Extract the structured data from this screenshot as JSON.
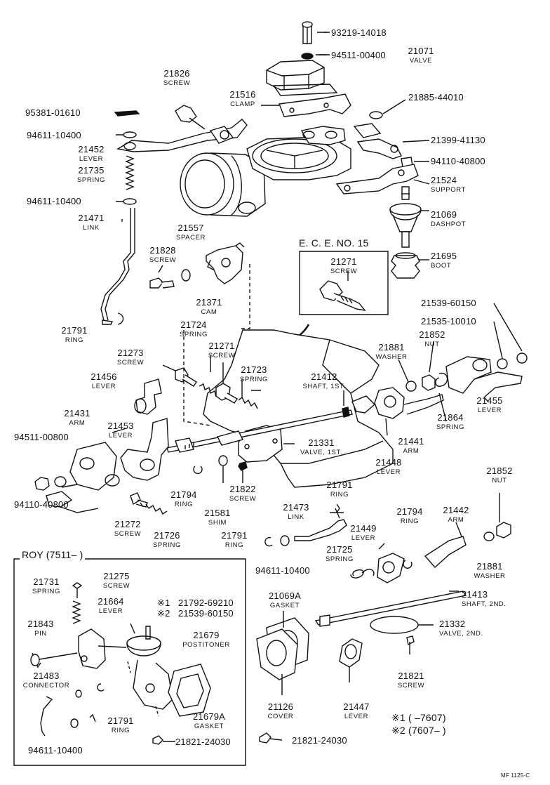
{
  "labels": {
    "p93219": {
      "n": "93219-14018",
      "t": ""
    },
    "p94511a": {
      "n": "94511-00400",
      "t": ""
    },
    "p21071": {
      "n": "21071",
      "t": "VALVE"
    },
    "p21826": {
      "n": "21826",
      "t": "SCREW"
    },
    "p21516": {
      "n": "21516",
      "t": "CLAMP"
    },
    "p21885": {
      "n": "21885-44010",
      "t": ""
    },
    "p95381": {
      "n": "95381-01610",
      "t": ""
    },
    "p94611a": {
      "n": "94611-10400",
      "t": ""
    },
    "p21452": {
      "n": "21452",
      "t": "LEVER"
    },
    "p21399": {
      "n": "21399-41130",
      "t": ""
    },
    "p21735": {
      "n": "21735",
      "t": "SPRING"
    },
    "p94110a": {
      "n": "94110-40800",
      "t": ""
    },
    "p21524": {
      "n": "21524",
      "t": "SUPPORT"
    },
    "p94611b": {
      "n": "94611-10400",
      "t": ""
    },
    "p21069": {
      "n": "21069",
      "t": "DASHPOT"
    },
    "p21471": {
      "n": "21471",
      "t": "LINK"
    },
    "p21557": {
      "n": "21557",
      "t": "SPACER"
    },
    "p21828": {
      "n": "21828",
      "t": "SCREW"
    },
    "ece": {
      "n": "E. C. E.  NO. 15",
      "t": ""
    },
    "p21271a": {
      "n": "21271",
      "t": "SCREW"
    },
    "p21695": {
      "n": "21695",
      "t": "BOOT"
    },
    "p21371": {
      "n": "21371",
      "t": "CAM"
    },
    "p21791a": {
      "n": "21791",
      "t": "RING"
    },
    "p21539a": {
      "n": "21539-60150",
      "t": ""
    },
    "p21535": {
      "n": "21535-10010",
      "t": ""
    },
    "p21724": {
      "n": "21724",
      "t": "SPRING"
    },
    "p21852a": {
      "n": "21852",
      "t": "NUT"
    },
    "p21271b": {
      "n": "21271",
      "t": "SCREW"
    },
    "p21881a": {
      "n": "21881",
      "t": "WASHER"
    },
    "p21273": {
      "n": "21273",
      "t": "SCREW"
    },
    "p21723": {
      "n": "21723",
      "t": "SPRING"
    },
    "p21412": {
      "n": "21412",
      "t": "SHAFT, 1ST."
    },
    "p21456": {
      "n": "21456",
      "t": "LEVER"
    },
    "p21455": {
      "n": "21455",
      "t": "LEVER"
    },
    "p21431": {
      "n": "21431",
      "t": "ARM"
    },
    "p21864": {
      "n": "21864",
      "t": "SPRING"
    },
    "p21453": {
      "n": "21453",
      "t": "LEVER"
    },
    "p94511b": {
      "n": "94511-00800",
      "t": ""
    },
    "p21441": {
      "n": "21441",
      "t": "ARM"
    },
    "p21331": {
      "n": "21331",
      "t": "VALVE, 1ST."
    },
    "p21448": {
      "n": "21448",
      "t": "LEVER"
    },
    "p21852b": {
      "n": "21852",
      "t": "NUT"
    },
    "p21794a": {
      "n": "21794",
      "t": "RING"
    },
    "p21822": {
      "n": "21822",
      "t": "SCREW"
    },
    "p21791b": {
      "n": "21791",
      "t": "RING"
    },
    "p21442": {
      "n": "21442",
      "t": "ARM"
    },
    "p94110b": {
      "n": "94110-40800",
      "t": ""
    },
    "p21473": {
      "n": "21473",
      "t": "LINK"
    },
    "p21581": {
      "n": "21581",
      "t": "SHIM"
    },
    "p21794b": {
      "n": "21794",
      "t": "RING"
    },
    "p21272": {
      "n": "21272",
      "t": "SCREW"
    },
    "p21726": {
      "n": "21726",
      "t": "SPRING"
    },
    "p21449": {
      "n": "21449",
      "t": "LEVER"
    },
    "p21791c": {
      "n": "21791",
      "t": "RING"
    },
    "p21881b": {
      "n": "21881",
      "t": "WASHER"
    },
    "p94611c": {
      "n": "94611-10400",
      "t": ""
    },
    "p21725": {
      "n": "21725",
      "t": "SPRING"
    },
    "roy": {
      "n": "ROY (7511–        )",
      "t": ""
    },
    "p21275": {
      "n": "21275",
      "t": "SCREW"
    },
    "p21731": {
      "n": "21731",
      "t": "SPRING"
    },
    "p21664": {
      "n": "21664",
      "t": "LEVER"
    },
    "m1": {
      "n": "※1",
      "t": ""
    },
    "m2": {
      "n": "※2",
      "t": ""
    },
    "p21792": {
      "n": "21792-69210",
      "t": ""
    },
    "p21539b": {
      "n": "21539-60150",
      "t": ""
    },
    "p21069A": {
      "n": "21069A",
      "t": "GASKET"
    },
    "p21413": {
      "n": "21413",
      "t": "SHAFT, 2ND."
    },
    "p21843": {
      "n": "21843",
      "t": "PIN"
    },
    "p21679": {
      "n": "21679",
      "t": "POSTITONER"
    },
    "p21332": {
      "n": "21332",
      "t": "VALVE, 2ND."
    },
    "p21483": {
      "n": "21483",
      "t": "CONNECTOR"
    },
    "p21821a": {
      "n": "21821",
      "t": "SCREW"
    },
    "p21679A": {
      "n": "21679A",
      "t": "GASKET"
    },
    "p21126": {
      "n": "21126",
      "t": "COVER"
    },
    "p21447": {
      "n": "21447",
      "t": "LEVER"
    },
    "p21791d": {
      "n": "21791",
      "t": "RING"
    },
    "p94611d": {
      "n": "94611-10400",
      "t": ""
    },
    "p21821b": {
      "n": "21821-24030",
      "t": ""
    },
    "p21821c": {
      "n": "21821-24030",
      "t": ""
    },
    "note1": {
      "n": "※1  (         –7607)",
      "t": ""
    },
    "note2": {
      "n": "※2  (7607–          )",
      "t": ""
    },
    "mf": {
      "n": "MF 1125-C",
      "t": ""
    }
  }
}
